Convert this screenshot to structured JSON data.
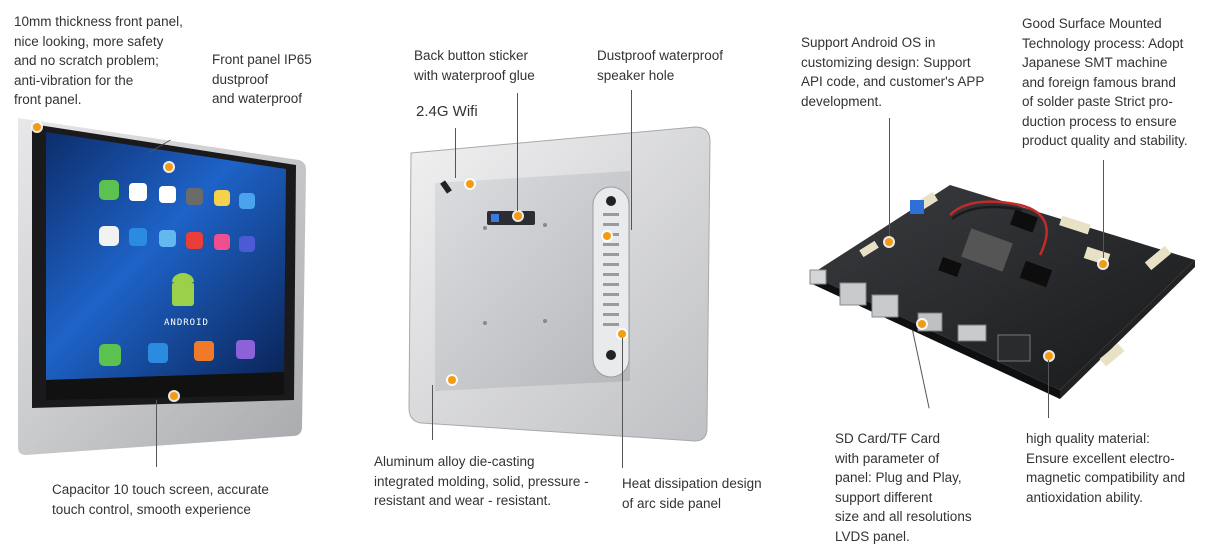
{
  "tablet_front": {
    "panel_thickness": "10mm thickness front panel,\nnice looking, more safety\nand no scratch problem;\nanti-vibration for the\nfront panel.",
    "ip65": "Front panel IP65\ndustproof\nand waterproof",
    "touch": "Capacitor 10 touch screen, accurate\ntouch control, smooth experience",
    "logo_text": "ANDROID"
  },
  "tablet_back": {
    "back_button": "Back button sticker\nwith waterproof glue",
    "speaker": "Dustproof waterproof\nspeaker hole",
    "wifi": "2.4G Wifi",
    "alloy": "Aluminum alloy die-casting\nintegrated molding, solid, pressure -\nresistant and wear - resistant.",
    "heat": "Heat dissipation design\nof arc side panel"
  },
  "board": {
    "android_os": "Support Android OS in\ncustomizing design: Support\nAPI code, and customer's APP\ndevelopment.",
    "smt": "Good Surface Mounted\nTechnology process: Adopt\nJapanese SMT machine\nand foreign famous brand\nof solder paste Strict pro-\nduction process to ensure\nproduct quality and stability.",
    "sd_card": "SD Card/TF Card\nwith parameter of\npanel: Plug and Play,\nsupport different\nsize and all resolutions\nLVDS panel.",
    "material": "high quality material:\nEnsure excellent electro-\nmagnetic compatibility and\nantioxidation ability."
  },
  "colors": {
    "accent_dot": "#f39c12",
    "caption_text": "#333333",
    "screen_blue": "#1e63c8"
  }
}
